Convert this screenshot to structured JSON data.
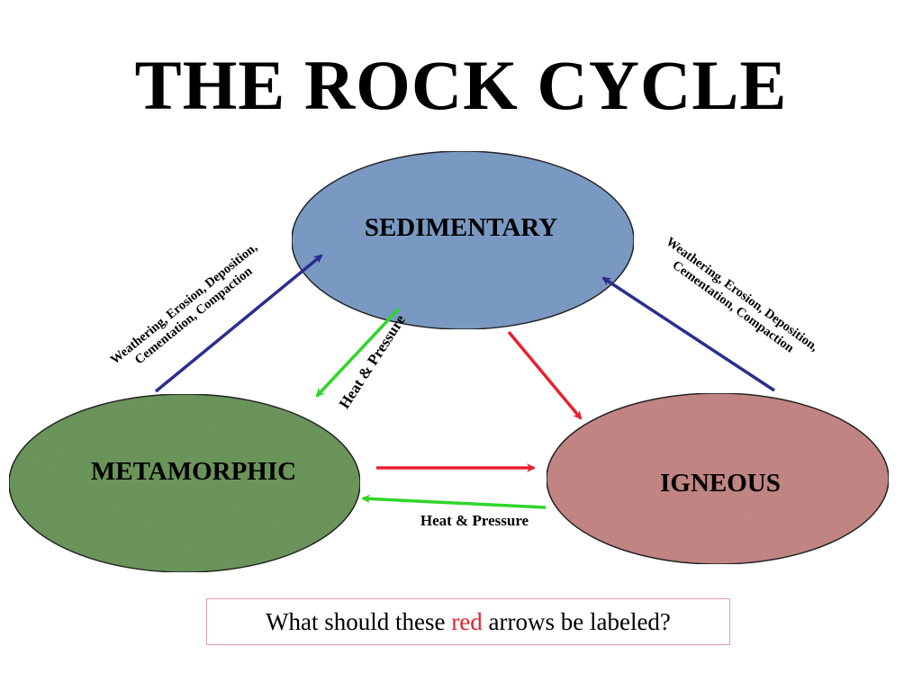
{
  "title": "THE ROCK CYCLE",
  "nodes": {
    "sedimentary": {
      "label": "SEDIMENTARY",
      "fill": "#7f9fca"
    },
    "metamorphic": {
      "label": "METAMORPHIC",
      "fill": "#6f9a5e"
    },
    "igneous": {
      "label": "IGNEOUS",
      "fill": "#c88a88"
    }
  },
  "edges": {
    "left_weathering": {
      "line1": "Weathering, Erosion, Deposition,",
      "line2": "Cementation, Compaction",
      "color": "#2a2e8c"
    },
    "right_weathering": {
      "line1": "Weathering, Erosion, Deposition,",
      "line2": "Cementation, Compaction",
      "color": "#2a2e8c"
    },
    "diag_heat": {
      "label": "Heat & Pressure",
      "color": "#2ed62a"
    },
    "bottom_heat": {
      "label": "Heat & Pressure",
      "color": "#2ed62a"
    },
    "red_color": "#e8202f"
  },
  "question": {
    "before": "What should these ",
    "highlight": "red",
    "after": " arrows be labeled?"
  }
}
